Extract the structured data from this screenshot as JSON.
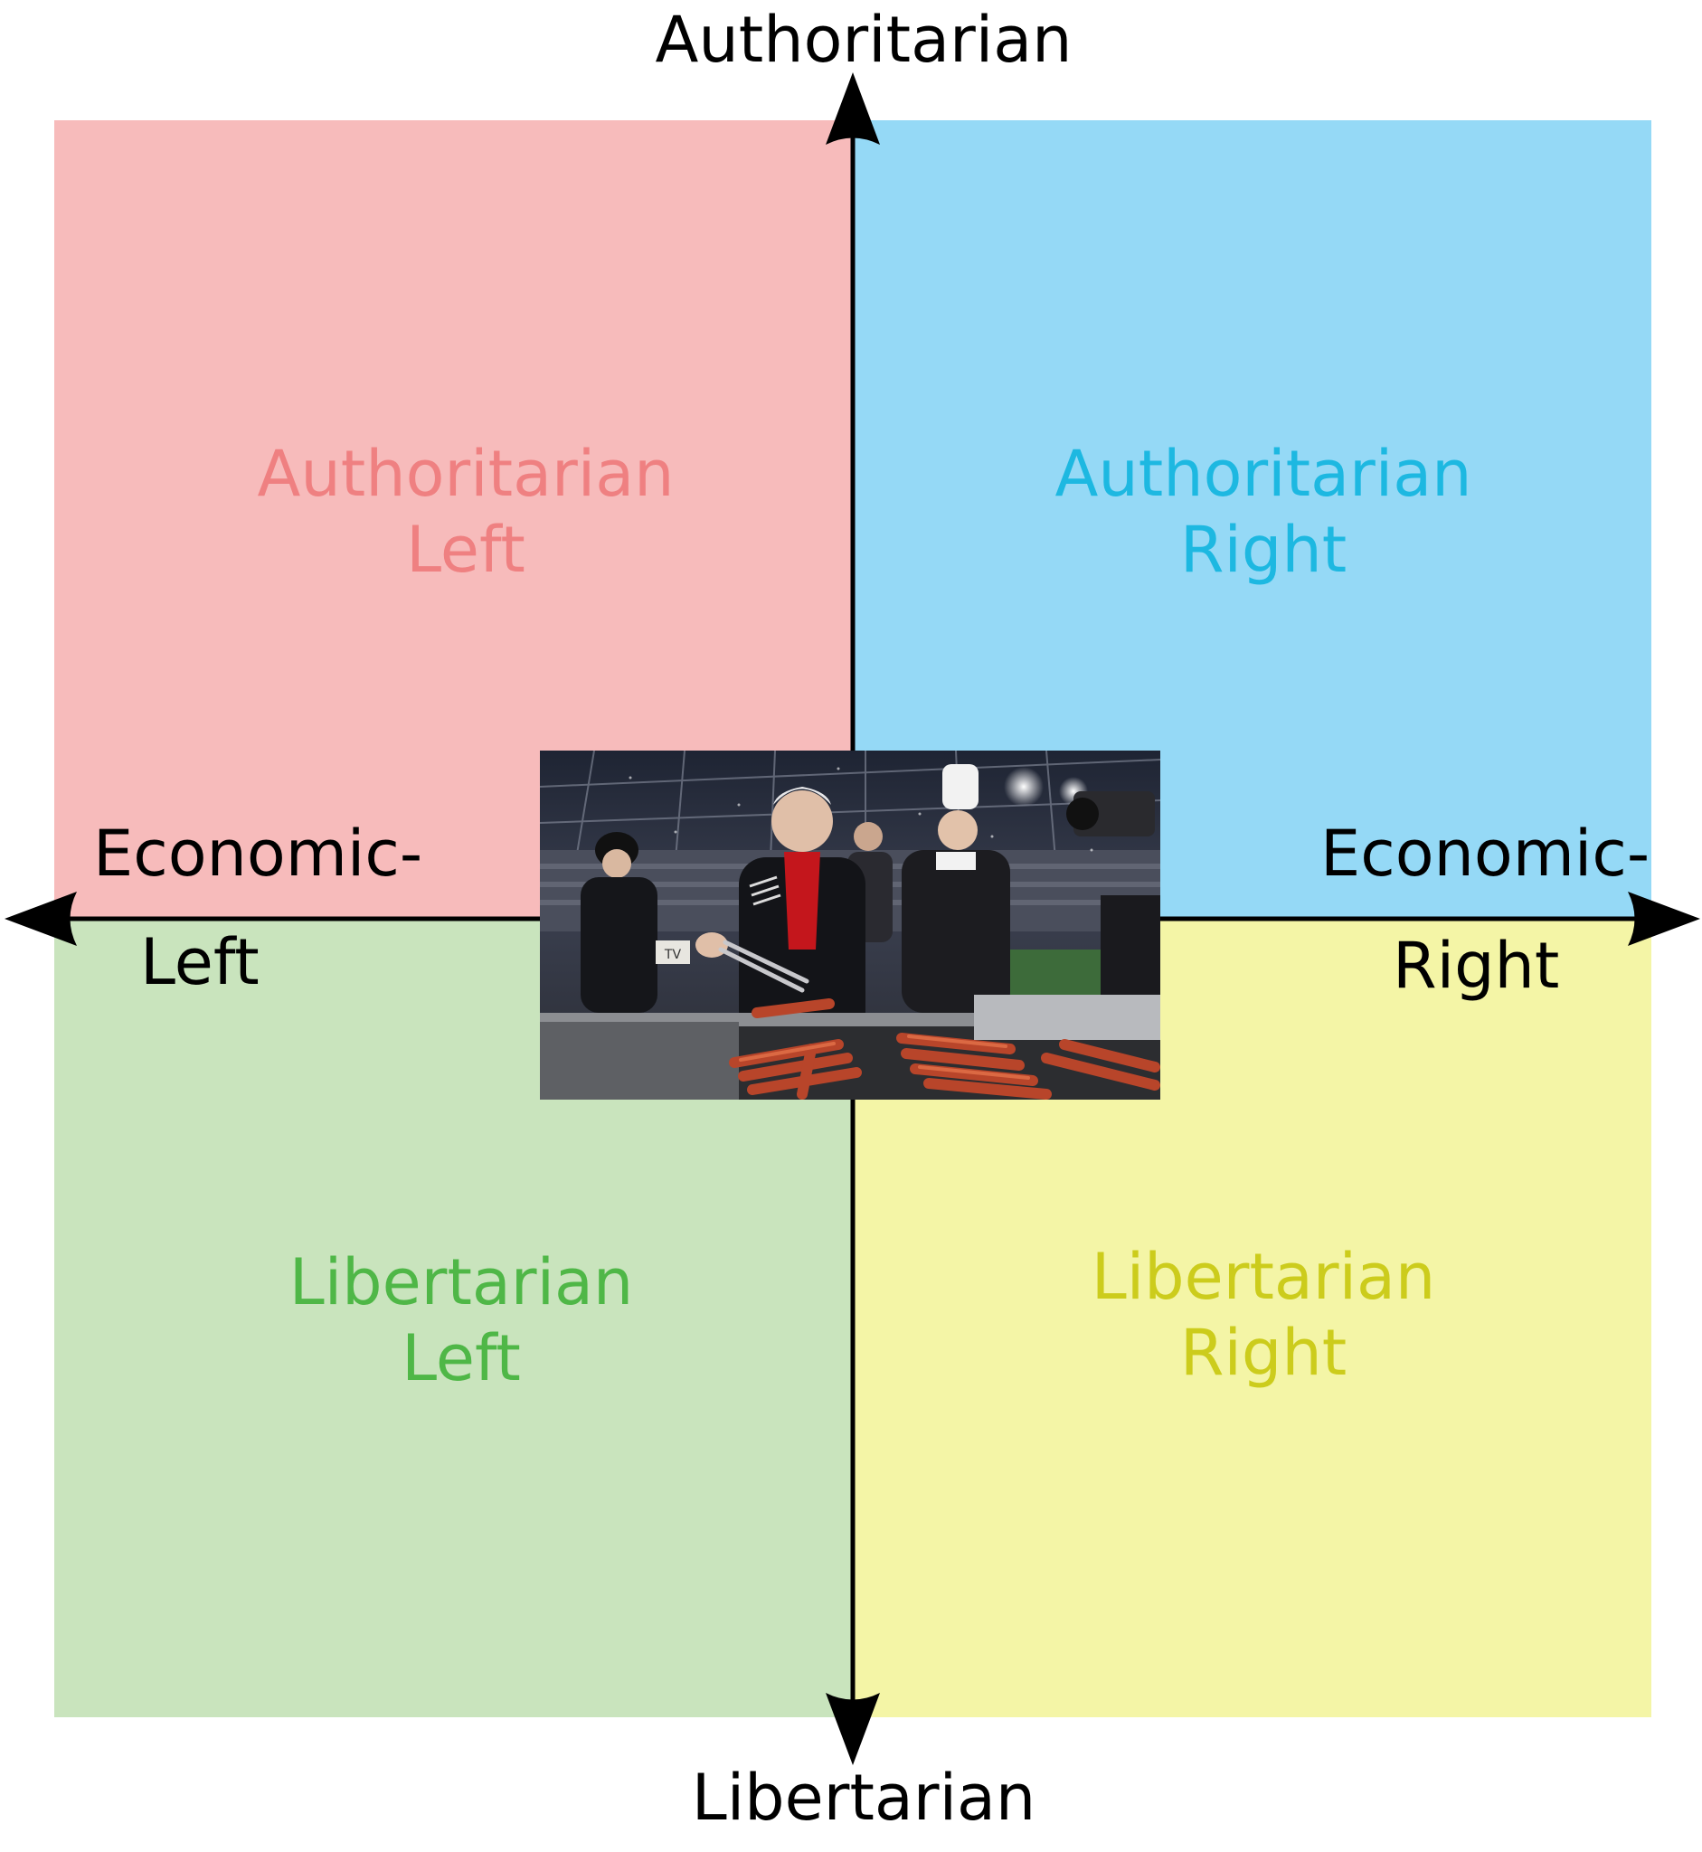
{
  "axes": {
    "top": "Authoritarian",
    "bottom": "Libertarian",
    "left_line1": "Economic-",
    "left_line2": "Left",
    "right_line1": "Economic-",
    "right_line2": "Right"
  },
  "quadrants": {
    "auth_left": {
      "line1": "Authoritarian",
      "line2": "Left",
      "fill": "#f7bbbb",
      "text_color": "#ef8081"
    },
    "auth_right": {
      "line1": "Authoritarian",
      "line2": "Right",
      "fill": "#95d9f6",
      "text_color": "#1db8e1"
    },
    "lib_left": {
      "line1": "Libertarian",
      "line2": "Left",
      "fill": "#c9e4bd",
      "text_color": "#4fb747"
    },
    "lib_right": {
      "line1": "Libertarian",
      "line2": "Right",
      "fill": "#f4f5a6",
      "text_color": "#cccc1c"
    }
  },
  "photo": {
    "icon": "sausage-grill-photo",
    "sign_text": "TV"
  }
}
